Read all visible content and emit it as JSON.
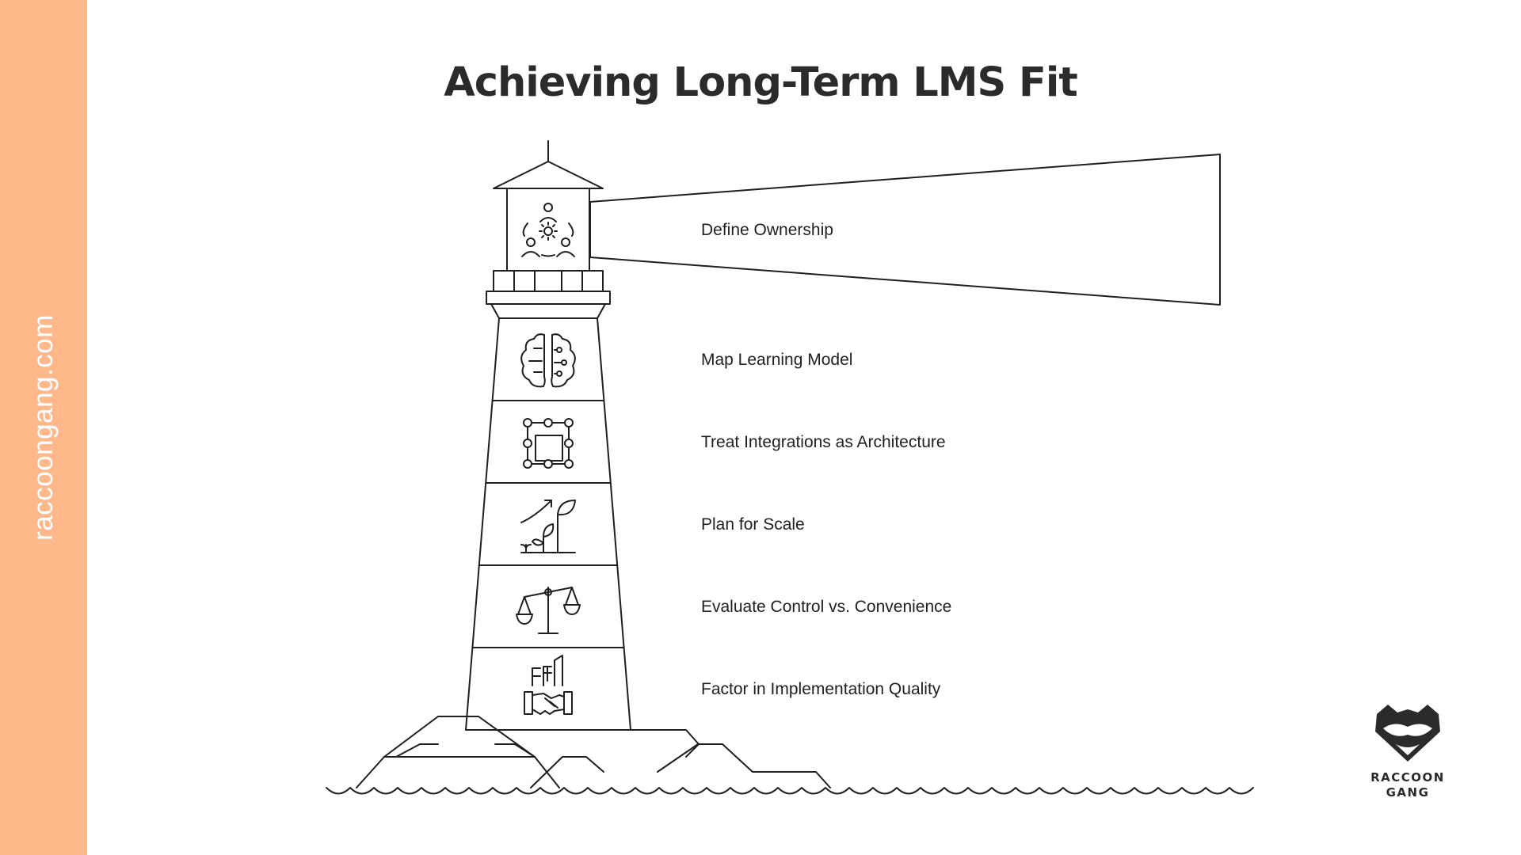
{
  "page": {
    "title": "Achieving Long-Term LMS Fit",
    "side_text": "raccoongang.com"
  },
  "diagram": {
    "steps": [
      {
        "label": "Define Ownership",
        "icon": "team-gear-icon"
      },
      {
        "label": "Map Learning Model",
        "icon": "brain-circuit-icon"
      },
      {
        "label": "Treat Integrations as Architecture",
        "icon": "connected-nodes-icon"
      },
      {
        "label": "Plan for Scale",
        "icon": "growing-plant-icon"
      },
      {
        "label": "Evaluate Control vs. Convenience",
        "icon": "balance-scale-icon"
      },
      {
        "label": "Factor in Implementation Quality",
        "icon": "handshake-building-icon"
      }
    ]
  },
  "logo": {
    "line1": "RACCOON",
    "line2": "GANG"
  },
  "colors": {
    "accent_band": "#ffb88a",
    "ink": "#1f1f1f",
    "title": "#2b2b2b",
    "background": "#ffffff"
  }
}
